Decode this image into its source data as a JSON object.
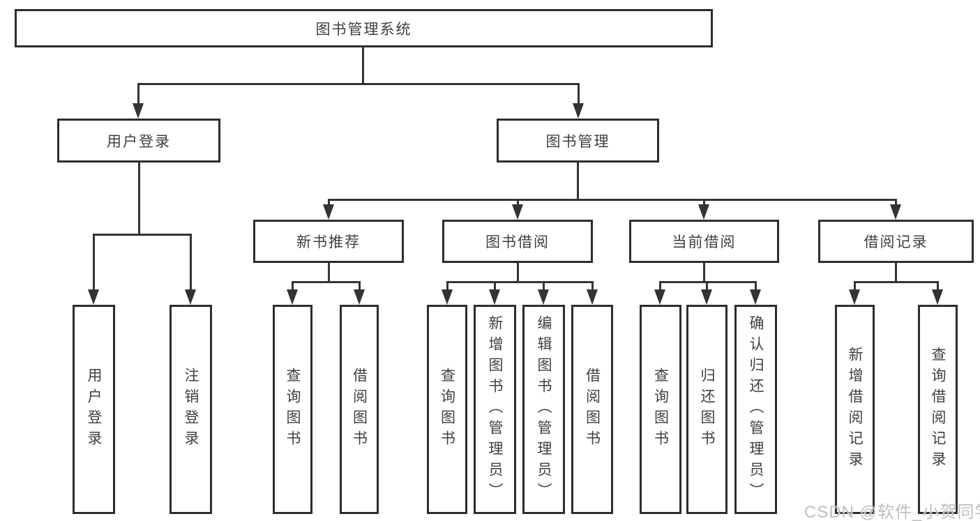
{
  "diagram": {
    "root": "图书管理系统",
    "level2": [
      "用户登录",
      "图书管理"
    ],
    "level3": [
      "新书推荐",
      "图书借阅",
      "当前借阅",
      "借阅记录"
    ],
    "leaves": {
      "login": [
        "用户登录",
        "注销登录"
      ],
      "new_book": [
        "查询图书",
        "借阅图书"
      ],
      "book_borrow": [
        "查询图书",
        "新增图书（管理员）",
        "编辑图书（管理员）",
        "借阅图书"
      ],
      "current_borrow": [
        "查询图书",
        "归还图书",
        "确认归还（管理员）"
      ],
      "borrow_records": [
        "新增借阅记录",
        "查询借阅记录"
      ]
    }
  },
  "watermark": {
    "text": "CSDN @软件_小贺同学"
  },
  "colors": {
    "border": "#2d2d2d",
    "line": "#333333",
    "text": "#3f3f3f",
    "watermark": "#bfbfbf",
    "background": "#ffffff"
  }
}
